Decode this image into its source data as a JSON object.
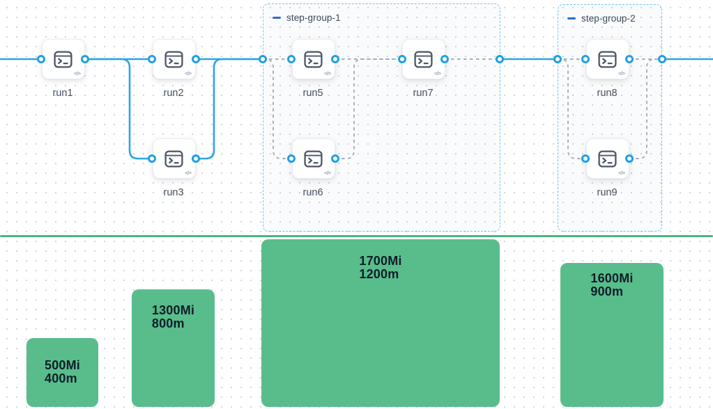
{
  "workflow": {
    "code_badge": "</>",
    "nodes": [
      {
        "id": "run1",
        "label": "run1"
      },
      {
        "id": "run2",
        "label": "run2"
      },
      {
        "id": "run3",
        "label": "run3"
      },
      {
        "id": "run5",
        "label": "run5"
      },
      {
        "id": "run6",
        "label": "run6"
      },
      {
        "id": "run7",
        "label": "run7"
      },
      {
        "id": "run8",
        "label": "run8"
      },
      {
        "id": "run9",
        "label": "run9"
      }
    ],
    "groups": [
      {
        "id": "step-group-1",
        "label": "step-group-1"
      },
      {
        "id": "step-group-2",
        "label": "step-group-2"
      }
    ]
  },
  "resource_bars": [
    {
      "memory": "500Mi",
      "cpu": "400m"
    },
    {
      "memory": "1300Mi",
      "cpu": "800m"
    },
    {
      "memory": "1700Mi",
      "cpu": "1200m"
    },
    {
      "memory": "1600Mi",
      "cpu": "900m"
    }
  ],
  "colors": {
    "edge_solid": "#2ba6e2",
    "edge_dashed": "#a7aeba",
    "port": "#219fe2",
    "group_border": "#6fc4f1",
    "group_label": "#3e4a5a",
    "collapse_dash": "#2e6bd3",
    "node_icon": "#4b5566",
    "node_label": "#46505f",
    "bar_green": "#58bd8b",
    "divider_green": "#49b680",
    "bar_text": "#0f1c2a",
    "badge": "#929cab",
    "grid_dot": "#cdd4e2"
  }
}
